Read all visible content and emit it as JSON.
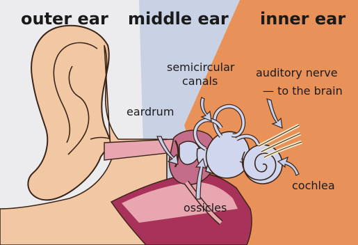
{
  "sections": {
    "outer_ear": "outer ear",
    "middle_ear": "middle ear",
    "inner_ear": "inner ear"
  },
  "labels": {
    "semicircular_canals_line1": "semicircular",
    "semicircular_canals_line2": "canals",
    "auditory_nerve_line1": "auditory nerve",
    "auditory_nerve_line2": "— to the brain",
    "eardrum": "eardrum",
    "ossicles": "ossicles",
    "cochlea": "cochlea"
  },
  "colors": {
    "outer_ear_bg": "#e9e9eb",
    "middle_ear_bg": "#c8d2e4",
    "inner_ear_bg": "#e8925a",
    "skin": "#f2c8a4",
    "skin_outline": "#3a2418",
    "canal_pink": "#e7a6b0",
    "bone_deep": "#a8325a",
    "inner_ear_organ": "#cfd6ee",
    "label_text": "#1a1a1a",
    "arrow_fill": "#c6d0ea"
  }
}
